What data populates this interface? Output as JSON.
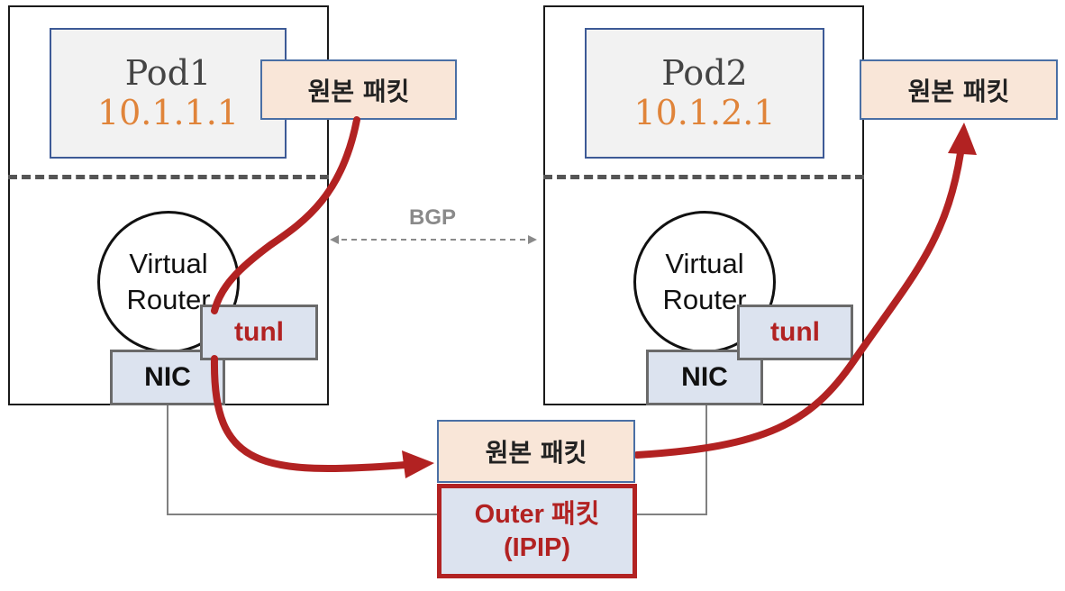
{
  "node_left": {
    "pod": {
      "name": "Pod1",
      "ip": "10.1.1.1"
    },
    "packet": "원본 패킷",
    "router": "Virtual Router",
    "tunl": "tunl",
    "nic": "NIC"
  },
  "node_right": {
    "pod": {
      "name": "Pod2",
      "ip": "10.1.2.1"
    },
    "packet": "원본 패킷",
    "router": "Virtual Router",
    "tunl": "tunl",
    "nic": "NIC"
  },
  "bgp_label": "BGP",
  "encapsulated": {
    "inner": "원본 패킷",
    "outer_line1": "Outer 패킷",
    "outer_line2": "(IPIP)"
  },
  "colors": {
    "flow_arrow": "#b22222",
    "pod_ip": "#e0843a",
    "packet_fill": "#f9e6d8",
    "iface_fill": "#dce3ef",
    "bgp": "#8a8a8a"
  }
}
